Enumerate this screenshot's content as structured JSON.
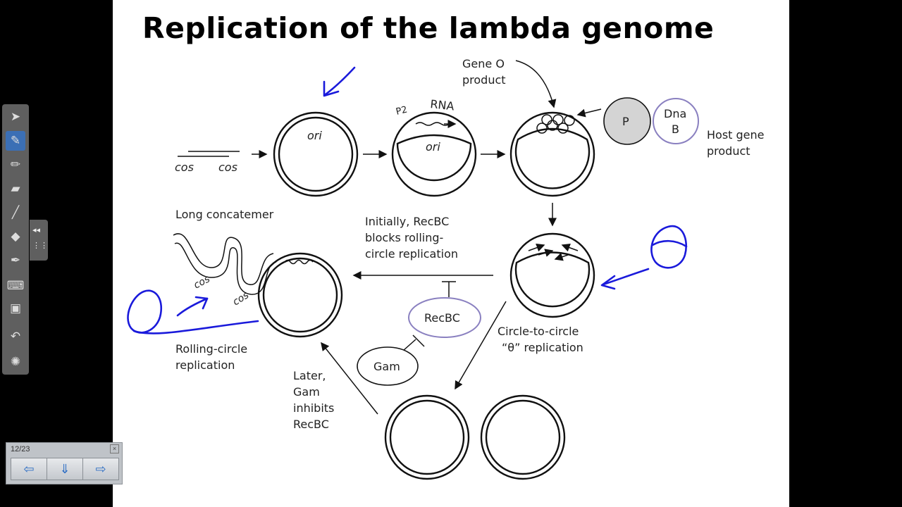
{
  "slide": {
    "title": "Replication of the lambda genome",
    "labels": {
      "cos_left": "cos",
      "cos_right": "cos",
      "ori_1": "ori",
      "ori_2": "ori",
      "p2": "P2",
      "rna": "RNA",
      "gene_o_line1": "Gene O",
      "gene_o_line2": "product",
      "p_protein": "P",
      "dnab_line1": "Dna",
      "dnab_line2": "B",
      "host_line1": "Host gene",
      "host_line2": "product",
      "long_concatemer": "Long concatemer",
      "cos_tail_1": "cos",
      "cos_tail_2": "cos",
      "initially_line1": "Initially, RecBC",
      "initially_line2": "blocks rolling-",
      "initially_line3": "circle replication",
      "recbc": "RecBC",
      "gam": "Gam",
      "theta_line1": "Circle-to-circle",
      "theta_line2": "“θ” replication",
      "rolling_line1": "Rolling-circle",
      "rolling_line2": "replication",
      "later_line1": "Later,",
      "later_line2": "Gam",
      "later_line3": "inhibits",
      "later_line4": "RecBC"
    }
  },
  "toolbar": {
    "tools": [
      {
        "name": "select-arrow-icon",
        "glyph": "➤"
      },
      {
        "name": "pen-icon",
        "glyph": "✎"
      },
      {
        "name": "highlighter-icon",
        "glyph": "✏"
      },
      {
        "name": "eraser-icon",
        "glyph": "▰"
      },
      {
        "name": "line-icon",
        "glyph": "╱"
      },
      {
        "name": "shapes-icon",
        "glyph": "◆"
      },
      {
        "name": "fill-icon",
        "glyph": "✒"
      },
      {
        "name": "keyboard-icon",
        "glyph": "⌨"
      },
      {
        "name": "notes-icon",
        "glyph": "▣"
      },
      {
        "name": "undo-icon",
        "glyph": "↶"
      },
      {
        "name": "settings-icon",
        "glyph": "✺"
      }
    ],
    "tab_glyph_top": "◂◂",
    "tab_glyph_bottom": "⋮⋮"
  },
  "navigator": {
    "page": "12/23",
    "close": "×",
    "prev": "⇦",
    "menu": "⇓",
    "next": "⇨"
  },
  "colors": {
    "ink": "#1a1adb",
    "recbc_outline": "#8a80c0",
    "p_fill": "#d4d4d4"
  }
}
